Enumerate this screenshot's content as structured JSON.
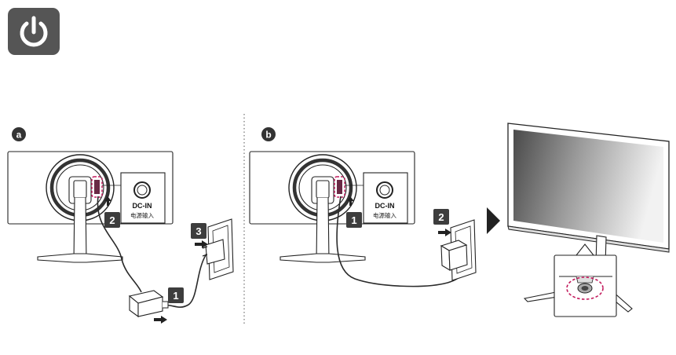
{
  "icon": {
    "name": "power-icon",
    "color": "#555555"
  },
  "panels": [
    {
      "id": "a",
      "letter": "a",
      "port_label": "DC-IN",
      "port_sublabel": "电源输入",
      "steps": [
        "1",
        "2",
        "3"
      ]
    },
    {
      "id": "b",
      "letter": "b",
      "port_label": "DC-IN",
      "port_sublabel": "电源输入",
      "steps": [
        "1",
        "2"
      ]
    }
  ],
  "colors": {
    "badge": "#3d3d3d",
    "line": "#2a2a2a",
    "highlight": "#c2185b",
    "arrow": "#222222"
  }
}
